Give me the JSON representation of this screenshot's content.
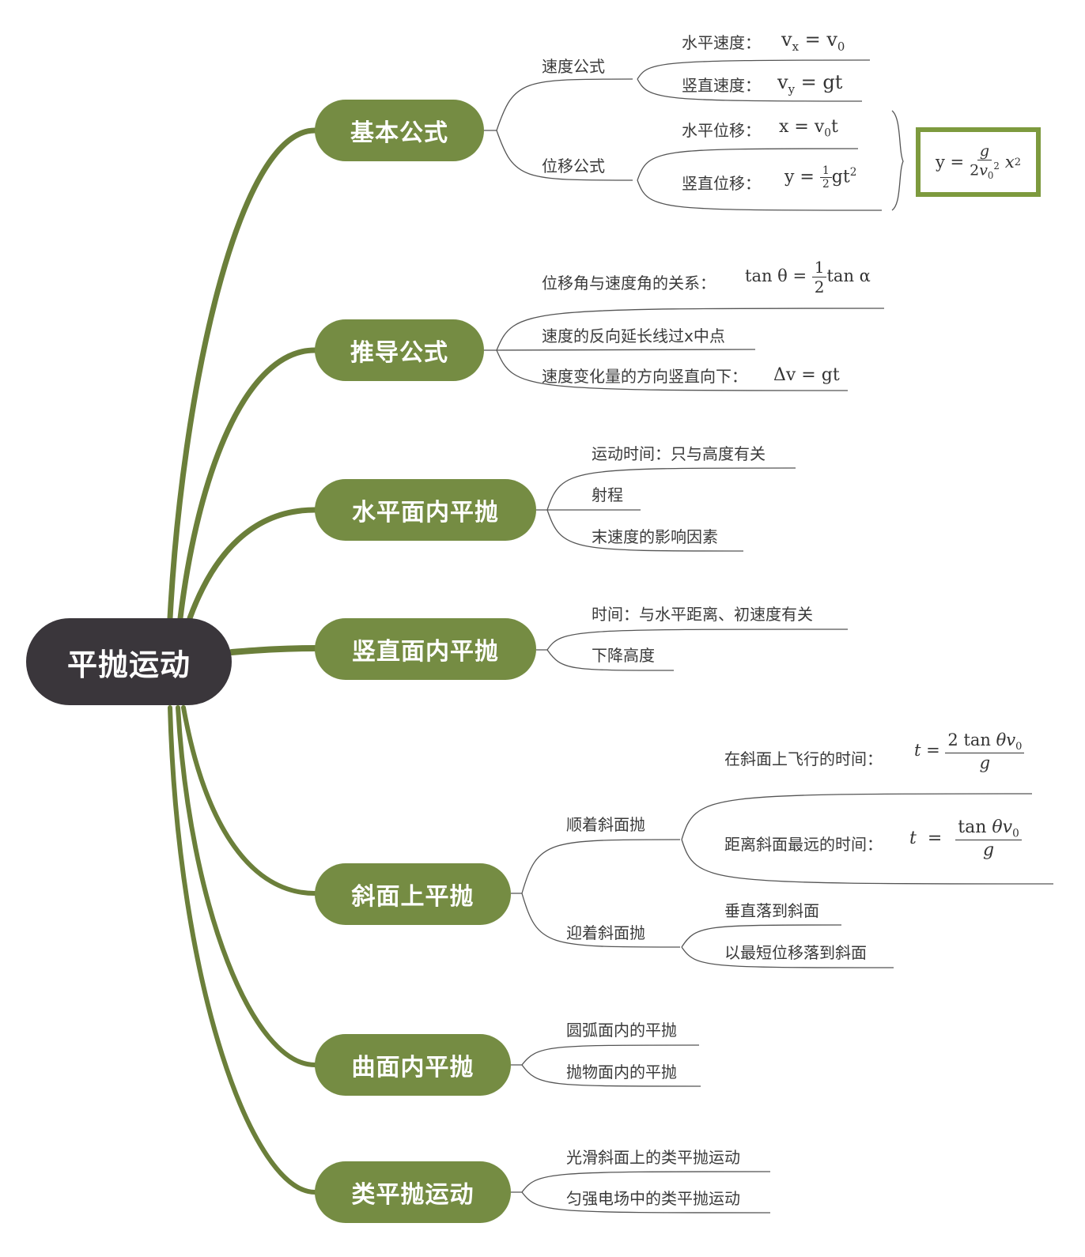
{
  "root": "平抛运动",
  "branches": {
    "b1": {
      "title": "基本公式",
      "speed": {
        "label": "速度公式",
        "h_label": "水平速度：",
        "h_eq": "vx = v0",
        "v_label": "竖直速度：",
        "v_eq": "vy = gt"
      },
      "disp": {
        "label": "位移公式",
        "h_label": "水平位移：",
        "h_eq": "x = v0t",
        "v_label": "竖直位移：",
        "v_eq": "y = ½gt²"
      },
      "result": "y = g/(2v0²) x²"
    },
    "b2": {
      "title": "推导公式",
      "items": [
        "位移角与速度角的关系：",
        "速度的反向延长线过x中点",
        "速度变化量的方向竖直向下："
      ],
      "eq1": "tan θ = ½ tan α",
      "eq2": "Δv = gt"
    },
    "b3": {
      "title": "水平面内平抛",
      "items": [
        "运动时间：只与高度有关",
        "射程",
        "末速度的影响因素"
      ]
    },
    "b4": {
      "title": "竖直面内平抛",
      "items": [
        "时间：与水平距离、初速度有关",
        "下降高度"
      ]
    },
    "b5": {
      "title": "斜面上平抛",
      "along": {
        "label": "顺着斜面抛",
        "items": [
          "在斜面上飞行的时间：",
          "距离斜面最远的时间："
        ],
        "eq1": "t = 2 tan θ v0 / g",
        "eq2": "t = tan θ v0 / g"
      },
      "against": {
        "label": "迎着斜面抛",
        "items": [
          "垂直落到斜面",
          "以最短位移落到斜面"
        ]
      }
    },
    "b6": {
      "title": "曲面内平抛",
      "items": [
        "圆弧面内的平抛",
        "抛物面内的平抛"
      ]
    },
    "b7": {
      "title": "类平抛运动",
      "items": [
        "光滑斜面上的类平抛运动",
        "匀强电场中的类平抛运动"
      ]
    }
  }
}
